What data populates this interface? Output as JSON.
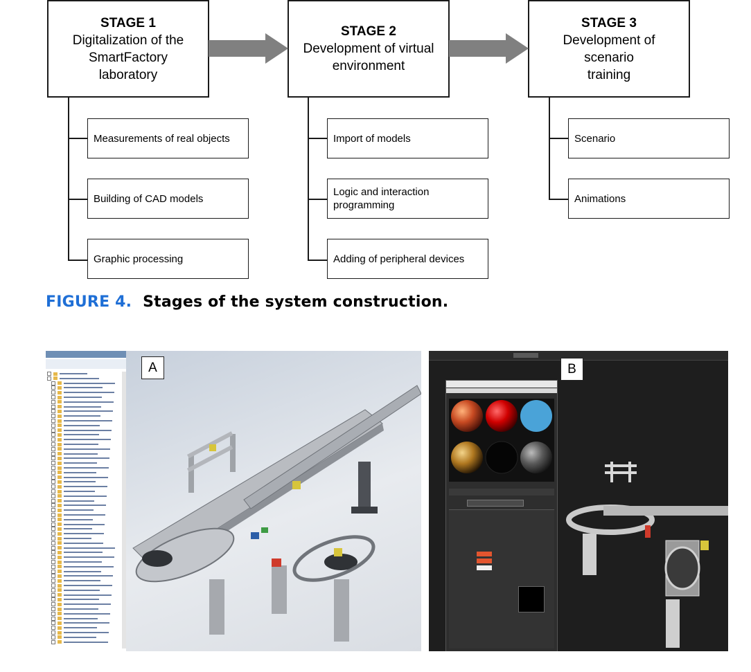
{
  "stages": [
    {
      "title": "STAGE 1",
      "lines": [
        "Digitalization of the",
        "SmartFactory",
        "laboratory"
      ],
      "tasks": [
        "Measurements of real objects",
        "Building of CAD models",
        "Graphic processing"
      ]
    },
    {
      "title": "STAGE 2",
      "lines": [
        "Development of virtual",
        "environment"
      ],
      "tasks": [
        "Import of models",
        "Logic and interaction programming",
        "Adding of peripheral devices"
      ]
    },
    {
      "title": "STAGE 3",
      "lines": [
        "Development of",
        "scenario",
        "training"
      ],
      "tasks": [
        "Scenario",
        "Animations"
      ]
    }
  ],
  "caption": {
    "number": "FIGURE 4.",
    "text": "Stages of the system construction."
  },
  "panels": {
    "a_label": "A",
    "b_label": "B"
  },
  "colors": {
    "caption_number": "#1f6fd6",
    "arrow": "#808080",
    "viewport_b_bg": "#1e1e1e"
  }
}
